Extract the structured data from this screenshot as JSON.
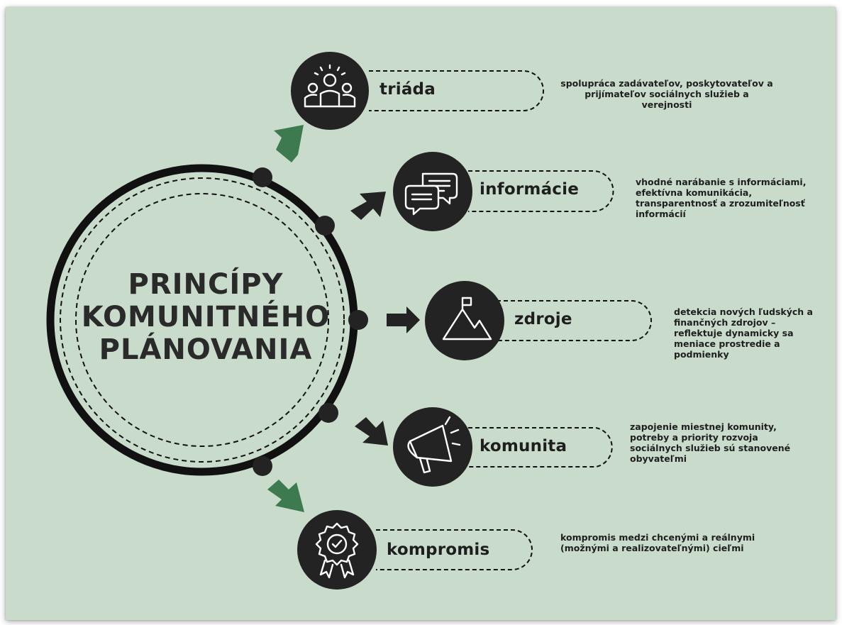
{
  "title": {
    "line1": "PRINCÍPY",
    "line2": "KOMUNITNÉHO",
    "line3": "PLÁNOVANIA"
  },
  "principles": [
    {
      "label": "triáda",
      "icon": "people-group-icon",
      "description": [
        "spolupráca zadávateľov, poskytovateľov a",
        "prijímateľov sociálnych služieb a",
        "verejnosti"
      ]
    },
    {
      "label": "informácie",
      "icon": "chat-bubbles-icon",
      "description": [
        "vhodné narábanie s informáciami,",
        "efektívna komunikácia,",
        "transparentnosť a zrozumiteľnosť",
        "informácií"
      ]
    },
    {
      "label": "zdroje",
      "icon": "mountain-flag-icon",
      "description": [
        "detekcia nových ľudských a",
        "finančných zdrojov –",
        "reflektuje dynamicky sa",
        "meniace prostredie a",
        "podmienky"
      ]
    },
    {
      "label": "komunita",
      "icon": "megaphone-icon",
      "description": [
        "zapojenie miestnej komunity,",
        "potreby a priority rozvoja",
        "sociálnych služieb sú stanovené",
        "obyvateľmi"
      ]
    },
    {
      "label": "kompromis",
      "icon": "award-badge-icon",
      "description": [
        "kompromis medzi chcenými a reálnymi",
        "(možnými a realizovateľnými) cieľmi"
      ]
    }
  ],
  "colors": {
    "background": "#c9dccb",
    "dark": "#232323",
    "green_arrow": "#3d7a4f"
  }
}
